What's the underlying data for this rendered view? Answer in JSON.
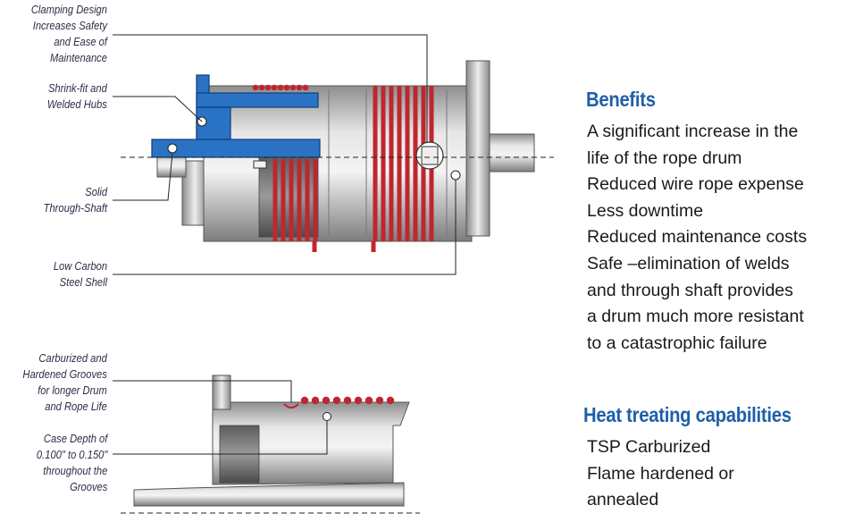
{
  "callouts": {
    "clamping": [
      "Clamping Design",
      "Increases Safety",
      "and Ease of",
      "Maintenance"
    ],
    "shrink_fit": [
      "Shrink-fit and",
      "Welded Hubs"
    ],
    "through_shaft": [
      "Solid",
      "Through-Shaft"
    ],
    "shell": [
      "Low Carbon",
      "Steel Shell"
    ],
    "grooves": [
      "Carburized and",
      "Hardened Grooves",
      "for longer Drum",
      "and Rope Life"
    ],
    "case_depth": [
      "Case Depth of",
      "0.100\" to 0.150\"",
      "throughout the",
      "Grooves"
    ]
  },
  "benefits": {
    "heading": "Benefits",
    "lines": [
      "A significant increase in the",
      "life of the rope drum",
      "Reduced wire rope expense",
      "Less downtime",
      "Reduced maintenance costs",
      "Safe –elimination of welds",
      "and through shaft provides",
      "a drum much more resistant",
      "to a catastrophic failure"
    ]
  },
  "heat_treating": {
    "heading": "Heat treating capabilities",
    "lines": [
      "TSP Carburized",
      "Flame hardened or",
      "annealed"
    ]
  },
  "colors": {
    "heading_blue": "#1f5fa8",
    "hub_blue": "#2a72c4",
    "rope_red": "#c0262d",
    "steel_gray": "#b8b8b8"
  }
}
